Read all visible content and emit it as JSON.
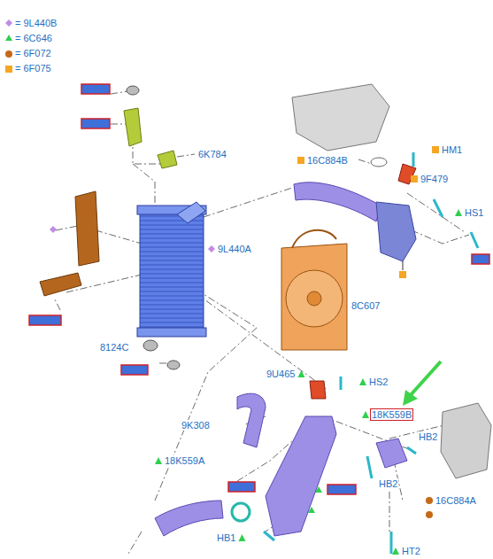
{
  "diagram": {
    "labels": [
      "6K784",
      "16C884B",
      "HM1",
      "9F479",
      "HS1",
      "9L440A",
      "8C607",
      "8124C",
      "9U465",
      "HS2",
      "18K559B",
      "9K308",
      "HB2",
      "18K559A",
      "HB2",
      "16C884A",
      "HB1",
      "HT2"
    ],
    "legend": [
      {
        "text": "= 9L440B"
      },
      {
        "text": "= 6C646"
      },
      {
        "text": "= 6F072"
      },
      {
        "text": "= 6F075"
      }
    ]
  }
}
